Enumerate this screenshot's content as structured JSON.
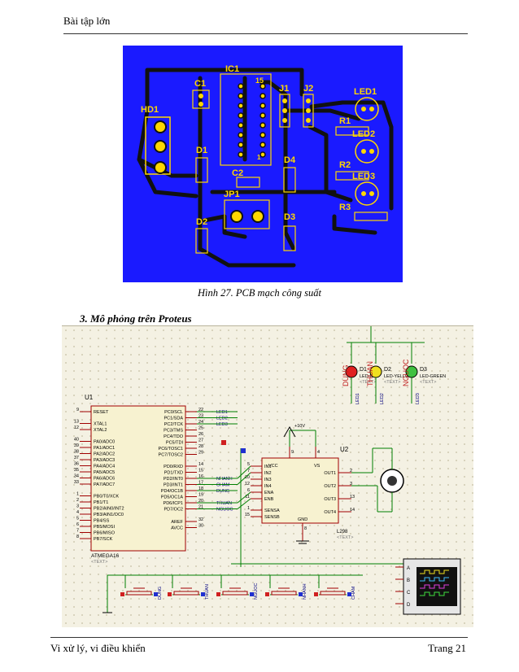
{
  "header": {
    "title": "Bài tập lớn"
  },
  "footer": {
    "course": "Vi xử lý, vi điều khiển",
    "page": "Trang 21"
  },
  "pcb": {
    "caption": "Hình 27. PCB mạch công suất",
    "labels": {
      "hd1": "HD1",
      "c1": "C1",
      "ic1": "IC1",
      "ic_pin": "15",
      "ic_pin1": "1",
      "j1": "J1",
      "j2": "J2",
      "led1": "LED1",
      "led2": "LED2",
      "led3": "LED3",
      "r1": "R1",
      "r2": "R2",
      "r3": "R3",
      "d1": "D1",
      "d2": "D2",
      "d3": "D3",
      "d4": "D4",
      "c2": "C2",
      "jp1": "JP1"
    }
  },
  "section": {
    "heading": "3. Mô phỏng trên Proteus"
  },
  "schematic": {
    "u1": {
      "ref": "U1",
      "part": "ATMEGA16",
      "text": "<TEXT>",
      "left_pins": [
        {
          "num": "9",
          "name": "RESET"
        },
        {
          "num": "13",
          "name": "XTAL1"
        },
        {
          "num": "12",
          "name": "XTAL2"
        },
        {
          "num": "40",
          "name": "PA0/ADC0"
        },
        {
          "num": "39",
          "name": "PA1/ADC1"
        },
        {
          "num": "38",
          "name": "PA2/ADC2"
        },
        {
          "num": "37",
          "name": "PA3/ADC3"
        },
        {
          "num": "36",
          "name": "PA4/ADC4"
        },
        {
          "num": "35",
          "name": "PA5/ADC5"
        },
        {
          "num": "34",
          "name": "PA6/ADC6"
        },
        {
          "num": "33",
          "name": "PA7/ADC7"
        },
        {
          "num": "1",
          "name": "PB0/T0/XCK"
        },
        {
          "num": "2",
          "name": "PB1/T1"
        },
        {
          "num": "3",
          "name": "PB2/AIN0/INT2"
        },
        {
          "num": "4",
          "name": "PB3/AIN1/OC0"
        },
        {
          "num": "5",
          "name": "PB4/SS"
        },
        {
          "num": "6",
          "name": "PB5/MOSI"
        },
        {
          "num": "7",
          "name": "PB6/MISO"
        },
        {
          "num": "8",
          "name": "PB7/SCK"
        }
      ],
      "right_pins": [
        {
          "num": "22",
          "name": "PC0/SCL",
          "net": "LED1"
        },
        {
          "num": "23",
          "name": "PC1/SDA",
          "net": "LED2"
        },
        {
          "num": "24",
          "name": "PC2/TCK",
          "net": "LED3"
        },
        {
          "num": "25",
          "name": "PC3/TMS",
          "net": ""
        },
        {
          "num": "26",
          "name": "PC4/TDO",
          "net": ""
        },
        {
          "num": "27",
          "name": "PC5/TDI",
          "net": ""
        },
        {
          "num": "28",
          "name": "PC6/TOSC1",
          "net": ""
        },
        {
          "num": "29",
          "name": "PC7/TOSC2",
          "net": ""
        },
        {
          "num": "14",
          "name": "PD0/RXD",
          "net": ""
        },
        {
          "num": "15",
          "name": "PD1/TXD",
          "net": ""
        },
        {
          "num": "16",
          "name": "PD2/INT0",
          "net": "NHANH"
        },
        {
          "num": "17",
          "name": "PD3/INT1",
          "net": "CHAM"
        },
        {
          "num": "18",
          "name": "PD4/OC1B",
          "net": "DUNG"
        },
        {
          "num": "19",
          "name": "PD5/OC1A",
          "net": ""
        },
        {
          "num": "20",
          "name": "PD6/ICP1",
          "net": "THUAN"
        },
        {
          "num": "21",
          "name": "PD7/OC2",
          "net": "NGUOC"
        },
        {
          "num": "32",
          "name": "AREF",
          "net": ""
        },
        {
          "num": "30",
          "name": "AVCC",
          "net": ""
        }
      ]
    },
    "u2": {
      "ref": "U2",
      "part": "L298",
      "text": "<TEXT>",
      "vcc_label": "+10V",
      "pins_top": [
        {
          "num": "9"
        },
        {
          "num": "4"
        }
      ],
      "left_pins": [
        {
          "num": "5",
          "name": "IN1"
        },
        {
          "num": "7",
          "name": "IN2"
        },
        {
          "num": "10",
          "name": "IN3"
        },
        {
          "num": "12",
          "name": "IN4"
        },
        {
          "num": "6",
          "name": "ENA"
        },
        {
          "num": "11",
          "name": "ENB"
        },
        {
          "num": "1",
          "name": "SENSA"
        },
        {
          "num": "15",
          "name": "SENSB"
        }
      ],
      "top_names": {
        "vcc": "VCC",
        "vs": "VS"
      },
      "right_pins": [
        {
          "num": "2",
          "name": "OUT1"
        },
        {
          "num": "3",
          "name": "OUT2"
        },
        {
          "num": "13",
          "name": "OUT3"
        },
        {
          "num": "14",
          "name": "OUT4"
        }
      ],
      "gnd": {
        "num": "8",
        "name": "GND"
      }
    },
    "leds": [
      {
        "ref": "D1",
        "part": "LED-RED",
        "text": "<TEXT>",
        "net": "LED1",
        "tag": "DUNG",
        "color": "#e02020"
      },
      {
        "ref": "D2",
        "part": "LED-YELLOW",
        "text": "<TEXT>",
        "net": "LED2",
        "tag": "THUAN",
        "color": "#f0e020"
      },
      {
        "ref": "D3",
        "part": "LED-GREEN",
        "text": "<TEXT>",
        "net": "LED3",
        "tag": "NGUOC",
        "color": "#40c040"
      }
    ],
    "buttons": [
      "DUNG",
      "THUAN",
      "NGUOC",
      "NHANH",
      "CHAM"
    ],
    "scope_channels": [
      "A",
      "B",
      "C",
      "D"
    ],
    "colors": {
      "wire": "#008000",
      "component": "#a00000",
      "body": "#f7f2d0",
      "label": "#000080",
      "tag": "#c02020"
    }
  }
}
